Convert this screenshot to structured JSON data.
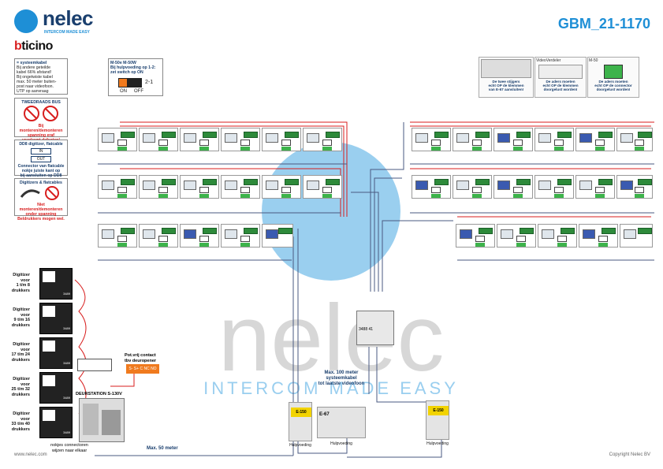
{
  "header": {
    "brand": "nelec",
    "tagline": "INTERCOM MADE EASY",
    "partner_prefix": "b",
    "partner": "ticino",
    "code": "GBM_21-1170"
  },
  "watermark": {
    "brand": "nelec",
    "tagline": "INTERCOM MADE EASY"
  },
  "info_boxes": {
    "cable": [
      "= systeemkabel",
      "Bij andere geteilde",
      "kabel 66% afstand!",
      "Bij ongetwiste kabel",
      "max. 50 meter buiten-",
      "post naar videofoon.",
      "UTP op aanvraag"
    ],
    "bus_title": "TWEEDRAADS BUS",
    "bus_warn": [
      "Bij monteren/demonteren",
      "spanning eraf",
      "voorkomt defecten!"
    ],
    "ddr_title": "DD8 digitizer, flatcable",
    "ddr_in": "IN",
    "ddr_out": "OUT",
    "ddr_text": [
      "Connector van flatcable",
      "nokje juiste kant op",
      "bij aansluiten op DD8"
    ],
    "digit_title": "Digitizers & flatcables",
    "digit_warn": [
      "Niet monteren/demonteren",
      "onder spanning",
      "Beldrukkers mogen wel."
    ],
    "switch_title": [
      "M-50e  M-50W",
      "Bij hulpvoeding op 1-2:",
      "zet switch op ON"
    ],
    "switch_marks": [
      "ON",
      "OFF",
      "2-1"
    ]
  },
  "references": [
    {
      "title": "",
      "caption": [
        "De twee stijgers",
        "echt OP de klemmen",
        "van E-67 aansluiten!"
      ]
    },
    {
      "title": "VideoVerdeler",
      "caption": [
        "De aders moeten",
        "echt OP de klemmen",
        "doorgelust worden!"
      ]
    },
    {
      "title": "M-50",
      "caption": [
        "De aders moeten",
        "echt OP de connector",
        "doorgelust worden!"
      ]
    }
  ],
  "digitizers": [
    {
      "label": [
        "Digitizer",
        "voor",
        "1 t/m 8",
        "drukkers"
      ],
      "model": "3489"
    },
    {
      "label": [
        "Digitizer",
        "voor",
        "9 t/m 16",
        "drukkers"
      ],
      "model": "3489"
    },
    {
      "label": [
        "Digitizer",
        "voor",
        "17 t/m 24",
        "drukkers"
      ],
      "model": "3489"
    },
    {
      "label": [
        "Digitizer",
        "voor",
        "25 t/m 32",
        "drukkers"
      ],
      "model": "3489"
    },
    {
      "label": [
        "Digitizer",
        "voor",
        "33 t/m 40",
        "drukkers"
      ],
      "model": "3489"
    }
  ],
  "labels": {
    "door_station": "DEURSTATION S-130V",
    "potfree": [
      "Pot.vrij contact",
      "tbv deuropener"
    ],
    "contacts": "S- S+ C NC NO",
    "max100": [
      "Max. 100 meter",
      "systeemkabel",
      "tot laatste videofoon"
    ],
    "max50": "Max. 50 meter",
    "connectors": [
      "nokjes connectoren",
      "wijzen naar elkaar"
    ],
    "psu_left": "E-150",
    "psu_right": "E-150",
    "psu_caption": "Hulpvoeding",
    "e67": "E-67",
    "e67_caption": "Hulpvoeding",
    "distributor": "3488 41",
    "site": "www.nelec.com",
    "copyright": "Copyright Nelec BV"
  },
  "colors": {
    "accent": "#1e8fd6",
    "navy": "#1a3f6e",
    "red": "#d81e1e",
    "green": "#3db34b"
  }
}
